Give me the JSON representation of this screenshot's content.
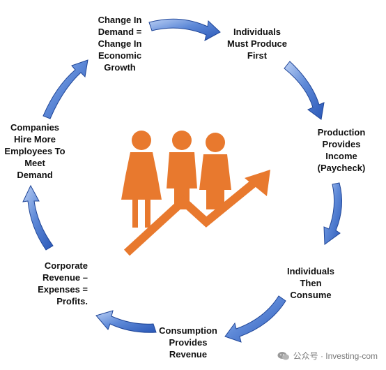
{
  "colors": {
    "arrow_light": "#8fb1ea",
    "arrow_dark": "#2a58b8",
    "arrow_edge": "#1f4597",
    "people": "#e8792e",
    "trend": "#e8792e"
  },
  "icons": {
    "center": "people-with-rising-arrow-icon",
    "cycle_arrows": "curved-blue-arrow-icon",
    "watermark": "wechat-icon"
  },
  "cycle": {
    "step1": "Change In\nDemand =\nChange In\nEconomic\nGrowth",
    "step2": "Individuals\nMust Produce\nFirst",
    "step3": "Production\nProvides\nIncome\n(Paycheck)",
    "step4": "Individuals\nThen\nConsume",
    "step5": "Consumption\nProvides\nRevenue",
    "step6": "Corporate\nRevenue –\nExpenses =\nProfits.",
    "step7": "Companies\nHire More\nEmployees To\nMeet\nDemand"
  },
  "watermark": {
    "text": "公众号 · Investing-com"
  }
}
